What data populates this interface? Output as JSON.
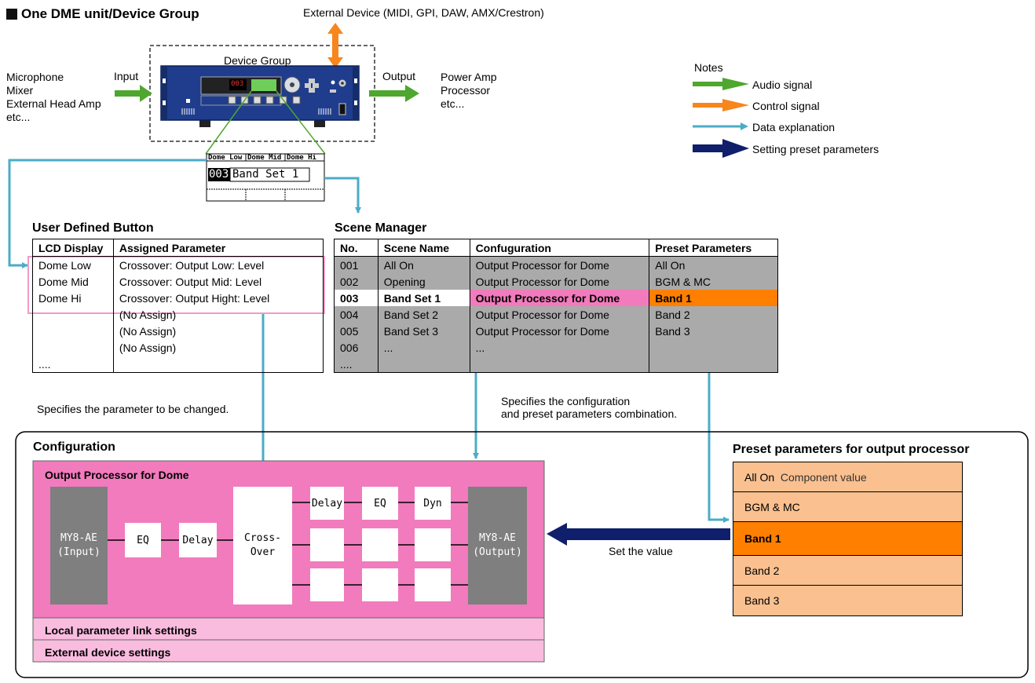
{
  "header": {
    "title": "One DME unit/Device Group"
  },
  "external_device": "External Device (MIDI, GPI, DAW, AMX/Crestron)",
  "inputs": {
    "lines": [
      "Microphone",
      "Mixer",
      "External Head Amp",
      "etc..."
    ],
    "label": "Input"
  },
  "outputs": {
    "label": "Output",
    "lines": [
      "Power Amp",
      "Processor",
      "etc..."
    ]
  },
  "device_group": {
    "label": "Device Group",
    "display_digits": "003"
  },
  "notes": {
    "title": "Notes",
    "items": [
      {
        "label": "Audio signal",
        "color": "#4ea72e"
      },
      {
        "label": "Control signal",
        "color": "#f7861c"
      },
      {
        "label": "Data explanation",
        "color": "#4bacc6"
      },
      {
        "label": "Setting preset parameters",
        "color": "#0f1f6b"
      }
    ]
  },
  "lcd": {
    "buttons": [
      "Dome Low",
      "Dome Mid",
      "Dome Hi"
    ],
    "number": "003",
    "scene": "Band Set 1"
  },
  "user_defined_button": {
    "title": "User Defined Button",
    "headers": [
      "LCD Display",
      "Assigned Parameter"
    ],
    "rows": [
      [
        "Dome Low",
        "Crossover: Output Low: Level"
      ],
      [
        "Dome Mid",
        "Crossover: Output Mid: Level"
      ],
      [
        "Dome Hi",
        "Crossover: Output Hight: Level"
      ],
      [
        "",
        "(No Assign)"
      ],
      [
        "",
        "(No Assign)"
      ],
      [
        "",
        "(No Assign)"
      ],
      [
        "....",
        ""
      ]
    ],
    "caption": "Specifies the parameter to be changed."
  },
  "scene_manager": {
    "title": "Scene Manager",
    "headers": [
      "No.",
      "Scene Name",
      "Confuguration",
      "Preset Parameters"
    ],
    "rows": [
      [
        "001",
        "All On",
        "Output Processor for Dome",
        "All On"
      ],
      [
        "002",
        "Opening",
        "Output Processor for Dome",
        "BGM & MC"
      ],
      [
        "003",
        "Band Set 1",
        "Output Processor for Dome",
        "Band 1"
      ],
      [
        "004",
        "Band Set 2",
        "Output Processor for Dome",
        "Band 2"
      ],
      [
        "005",
        "Band Set 3",
        "Output Processor for Dome",
        "Band 3"
      ],
      [
        "006",
        "...",
        "...",
        ""
      ],
      [
        "....",
        "",
        "",
        ""
      ]
    ],
    "caption_lines": [
      "Specifies the configuration",
      "and preset parameters combination."
    ]
  },
  "configuration": {
    "title": "Configuration",
    "processor_title": "Output Processor for Dome",
    "blocks": {
      "input": [
        "MY8-AE",
        "(Input)"
      ],
      "eq": "EQ",
      "delay": "Delay",
      "crossover": [
        "Cross-",
        "Over"
      ],
      "top_row": [
        "Delay",
        "EQ",
        "Dyn"
      ],
      "output": [
        "MY8-AE",
        "(Output)"
      ]
    },
    "local_link": "Local parameter link settings",
    "external_settings": "External device settings"
  },
  "set_value": "Set the value",
  "preset_parameters": {
    "title": "Preset parameters for output processor",
    "rows": [
      "All On",
      "BGM & MC",
      "Band 1",
      "Band 2",
      "Band 3"
    ],
    "first_note": "Component value"
  }
}
